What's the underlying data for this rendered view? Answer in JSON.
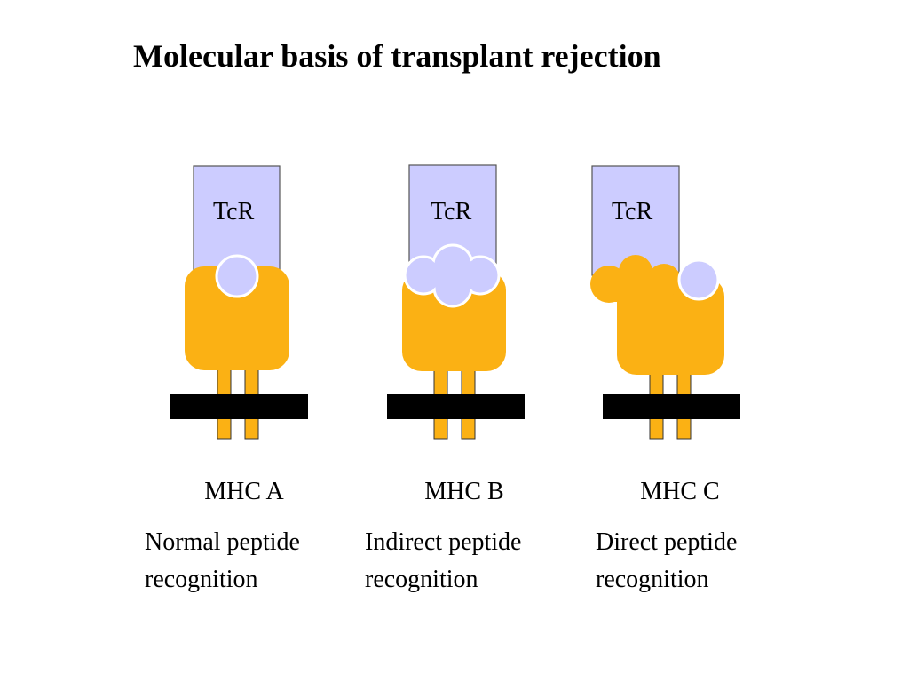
{
  "title": "Molecular basis of transplant rejection",
  "colors": {
    "tcr_fill": "#ccccff",
    "mhc_fill": "#fbb114",
    "membrane": "#000000",
    "peptide": "#ccccff"
  },
  "panels": [
    {
      "tcr_label": "TcR",
      "mhc_label": "MHC A",
      "desc_line1": "Normal peptide",
      "desc_line2": "recognition"
    },
    {
      "tcr_label": "TcR",
      "mhc_label": "MHC B",
      "desc_line1": "Indirect peptide",
      "desc_line2": "recognition"
    },
    {
      "tcr_label": "TcR",
      "mhc_label": "MHC C",
      "desc_line1": "Direct peptide",
      "desc_line2": "recognition"
    }
  ]
}
